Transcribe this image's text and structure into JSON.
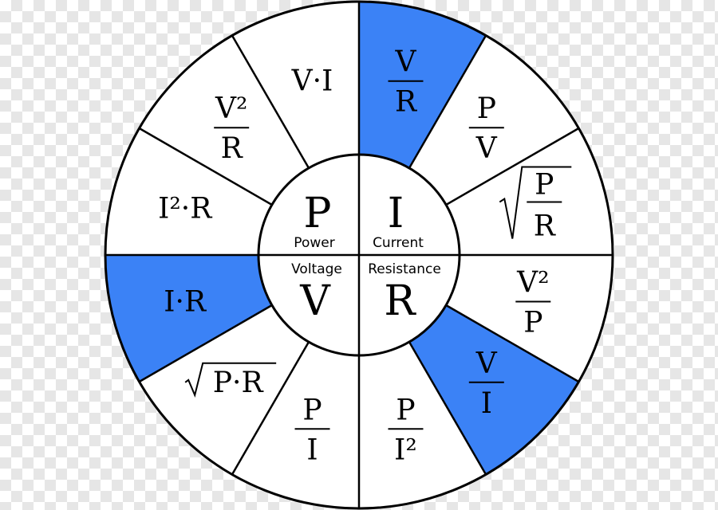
{
  "colors": {
    "highlight": "#3b82f6",
    "fill": "#ffffff",
    "stroke": "#000000"
  },
  "center": {
    "quadrants": [
      {
        "id": "power",
        "letter": "P",
        "label": "Power"
      },
      {
        "id": "current",
        "letter": "I",
        "label": "Current"
      },
      {
        "id": "resistance",
        "letter": "R",
        "label": "Resistance"
      },
      {
        "id": "voltage",
        "letter": "V",
        "label": "Voltage"
      }
    ]
  },
  "segments": [
    {
      "quadrant": "current",
      "formula": "V/R",
      "highlight": true
    },
    {
      "quadrant": "current",
      "formula": "P/V",
      "highlight": false
    },
    {
      "quadrant": "current",
      "formula": "√(P/R)",
      "highlight": false
    },
    {
      "quadrant": "resistance",
      "formula": "V²/P",
      "highlight": false
    },
    {
      "quadrant": "resistance",
      "formula": "V/I",
      "highlight": true
    },
    {
      "quadrant": "resistance",
      "formula": "P/I²",
      "highlight": false
    },
    {
      "quadrant": "voltage",
      "formula": "P/I",
      "highlight": false
    },
    {
      "quadrant": "voltage",
      "formula": "√(P·R)",
      "highlight": false
    },
    {
      "quadrant": "voltage",
      "formula": "I·R",
      "highlight": true
    },
    {
      "quadrant": "power",
      "formula": "I²·R",
      "highlight": false
    },
    {
      "quadrant": "power",
      "formula": "V²/R",
      "highlight": false
    },
    {
      "quadrant": "power",
      "formula": "V·I",
      "highlight": false
    }
  ]
}
